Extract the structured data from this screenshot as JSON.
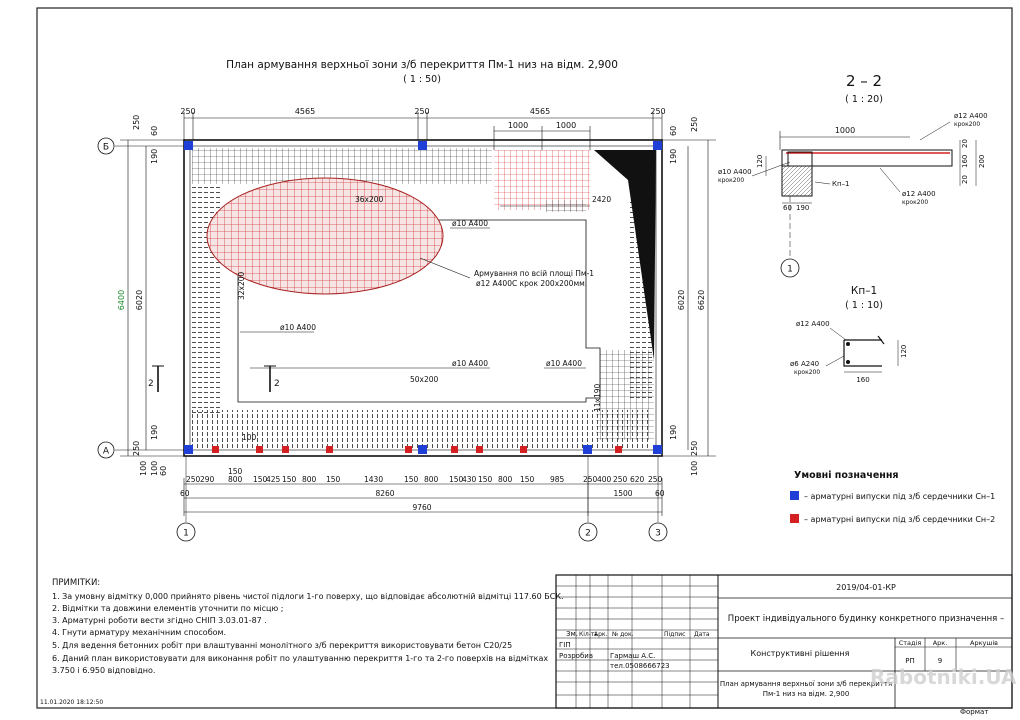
{
  "drawing": {
    "title_line1": "План армування верхньої зони з/б перекриття Пм-1 низ на відм. 2,900",
    "title_scale": "( 1 : 50)",
    "section_title": "2 – 2",
    "section_scale": "( 1 : 20)",
    "kp_title": "Кп–1",
    "kp_scale": "( 1 : 10)"
  },
  "dims": {
    "top_row1": [
      "250",
      "4565",
      "250",
      "4565",
      "250"
    ],
    "top_row2": [
      "1000",
      "1000"
    ],
    "left_vert_total": "6400",
    "left_vert_inner": "6020",
    "left_small": [
      "250",
      "60",
      "190",
      "190",
      "100",
      "250",
      "100",
      "60"
    ],
    "right_vert_inner": "6020",
    "right_vert_total": "6620",
    "right_small": [
      "60",
      "250",
      "190",
      "190",
      "250",
      "100"
    ],
    "bottom_row1": [
      "250",
      "290",
      "800",
      "150",
      "425",
      "150",
      "800",
      "150",
      "1430",
      "150",
      "800",
      "150",
      "430",
      "150",
      "800",
      "150",
      "985",
      "250",
      "400",
      "250",
      "620",
      "250"
    ],
    "bottom_150": "150",
    "bottom_mid_left": "8260",
    "bottom_mid_right": "1500",
    "bottom_60_a": "60",
    "bottom_60_b": "60",
    "bottom_total": "9760",
    "inner_100": "100"
  },
  "axes": {
    "a": "А",
    "b": "Б",
    "n1": "1",
    "n2": "2",
    "n3": "3",
    "cut": "2"
  },
  "callouts": {
    "c36x200": "36х200",
    "c2420": "2420",
    "phi10_top": "ø10 А400",
    "c32x200": "32х200",
    "phi10_left": "ø10 А400",
    "phi10_mid": "ø10 А400",
    "phi10_right": "ø10 А400",
    "c50x200": "50х200",
    "c11x190": "11х190",
    "mesh_note1": "Армування по всій площі Пм-1",
    "mesh_note2": "ø12 А400С крок 200х200мм."
  },
  "section": {
    "dim_1000": "1000",
    "phi12_top": "ø12 А400",
    "krok200_a": "крок200",
    "phi10": "ø10 А400",
    "krok200_b": "крок200",
    "kp": "Кп–1",
    "phi12_bot": "ø12 А400",
    "krok200_c": "крок200",
    "d60": "60",
    "d190": "190",
    "d120": "120",
    "d20a": "20",
    "d160": "160",
    "d20b": "20",
    "d200": "200",
    "axis": "1"
  },
  "kp": {
    "phi12": "ø12 А400",
    "phi6": "ø6 А240",
    "krok200": "крок200",
    "d120": "120",
    "d160": "160"
  },
  "legend": {
    "title": "Умовні позначення",
    "item1": "– арматурні випуски під з/б сердечники Cн–1",
    "item2": "– арматурні випуски під з/б сердечники Cн–2",
    "color1": "#1f3fd6",
    "color2": "#d42020"
  },
  "notes": {
    "title": "ПРИМІТКИ:",
    "items": [
      "1.  За умовну відмітку 0,000 прийнято рівень чистої підлоги 1-го поверху, що відповідає абсолютній відмітці 117.60 БСК.",
      "2.  Відмітки та довжини елементів уточнити по місцю ;",
      "3.  Арматурні роботи вести згідно СНІП 3.03.01-87 .",
      "4.  Гнути арматуру механічним способом.",
      "5.  Для ведення бетонних робіт при влаштуванні монолітного з/б перекриття використовувати бетон С20/25",
      "6.  Даний план використовувати для виконання робіт по улаштуванню перекриття 1-го та 2-го поверхів на відмітках",
      "     3.750 і 6.950 відповідно."
    ],
    "timestamp": "11.01.2020 18:12:50"
  },
  "stamp": {
    "code": "2019/04-01-КР",
    "project": "Проект індивідуального будинку конкретного призначення –",
    "h_zm": "Зм.",
    "h_kil": "Кіл-ть",
    "h_ark": "Арк.",
    "h_doc": "№ док.",
    "h_pidp": "Підпис",
    "h_data": "Дата",
    "gip": "ГІП",
    "rozrobyv": "Розробив",
    "name": "Гармаш А.С.",
    "tel": "тел.0508666723",
    "section_name": "Конструктивні рішення",
    "stadia_h": "Стадія",
    "ark_h": "Арк.",
    "arkushiv_h": "Аркушів",
    "stadia": "РП",
    "ark": "9",
    "sheet_title1": "План армування верхньої зони з/б перекриття",
    "sheet_title2": "Пм-1 низ на відм. 2,900",
    "format": "Формат",
    "watermark": "Rabotniki.UA"
  }
}
